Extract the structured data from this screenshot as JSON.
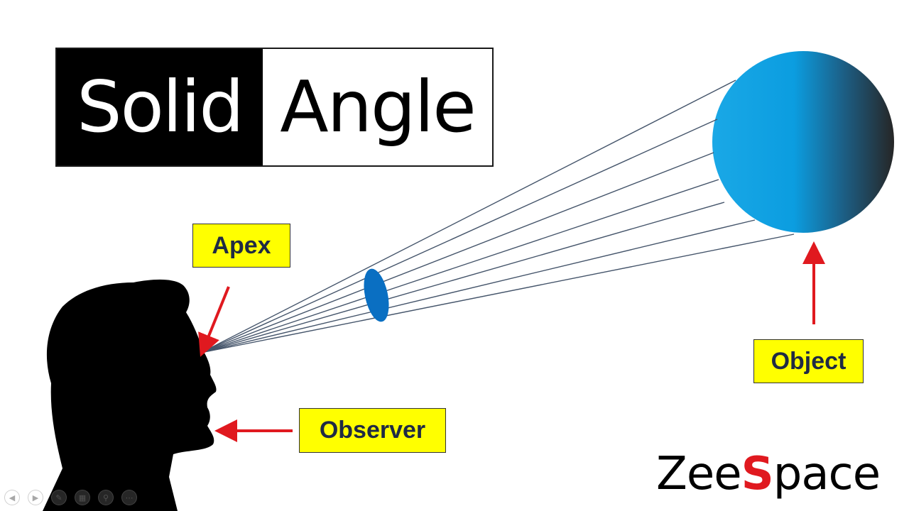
{
  "title": {
    "part1": "Solid",
    "part2": "Angle"
  },
  "labels": {
    "apex": "Apex",
    "object": "Object",
    "observer": "Observer"
  },
  "brand": {
    "part1": "Zee",
    "part2": "S",
    "part3": "pace"
  },
  "colors": {
    "label_fill": "#ffff00",
    "label_text": "#1f2a44",
    "arrow": "#e0191f",
    "ray": "#44546a",
    "sphere_light": "#17a9e8",
    "sphere_dark": "#262626",
    "lens": "#0a6fc2",
    "brand_accent": "#e0191f"
  },
  "toolbar": {
    "icons": [
      "previous-icon",
      "next-icon",
      "pen-icon",
      "slides-icon",
      "zoom-icon",
      "more-icon"
    ]
  }
}
